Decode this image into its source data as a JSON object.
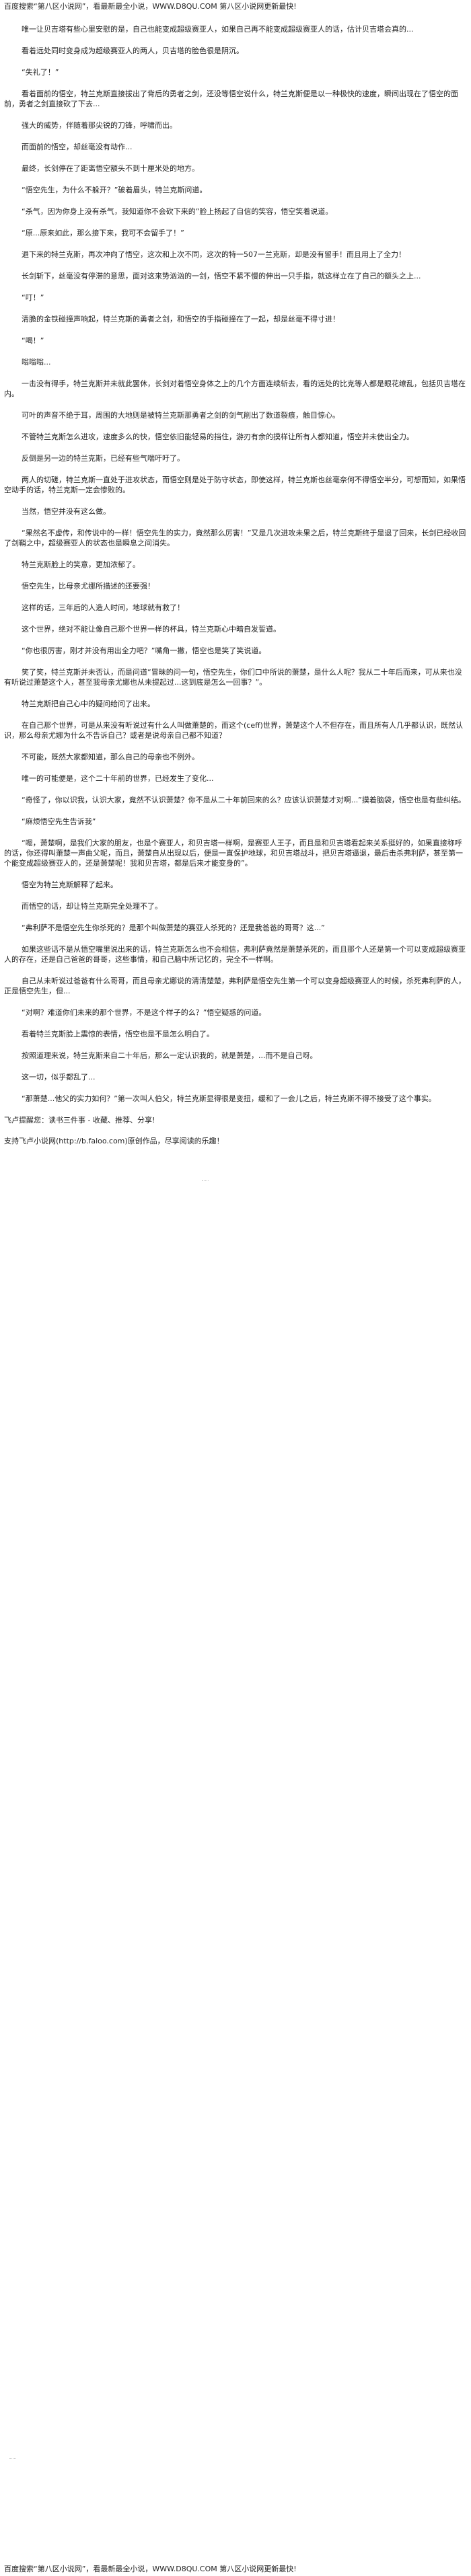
{
  "header": {
    "text": "百度搜索“第八区小说网”，看最新最全小说，WWW.D8QU.COM  第八区小说网更新最快!"
  },
  "paragraphs": [
    "唯一让贝吉塔有些心里安慰的是，自己也能变成超级赛亚人，如果自己再不能变成超级赛亚人的话，估计贝吉塔会真的...",
    "看着远处同时变身成为超级赛亚人的两人，贝吉塔的脸色很是阴沉。",
    "“失礼了！”",
    "看着面前的悟空，特兰克斯直接拔出了背后的勇者之剑，还没等悟空说什么，特兰克斯便是以一种极快的速度，瞬间出现在了悟空的面前，勇者之剑直接砍了下去...",
    "强大的威势，伴随着那尖锐的刀锋，呼啸而出。",
    "而面前的悟空，却丝毫没有动作...",
    "最终，长剑停在了距离悟空额头不到十厘米处的地方。",
    "“悟空先生，为什么不躲开？”破着眉头，特兰克斯问道。",
    "“杀气，因为你身上没有杀气，我知道你不会砍下来的”脸上扬起了自信的笑容，悟空笑着说道。",
    "“原...原来如此，那么接下来，我可不会留手了！”",
    "退下来的特兰克斯，再次冲向了悟空，这次和上次不同，这次的特一507一兰克斯，却是没有留手！而且用上了全力！",
    "长剑斩下，丝毫没有停滞的意思，面对这来势汹汹的一剑，悟空不紧不慢的伸出一只手指，就这样立在了自己的额头之上...",
    "“叮！”",
    "清脆的金铁碰撞声响起，特兰克斯的勇者之剑，和悟空的手指碰撞在了一起，却是丝毫不得寸进！",
    "“喝！”",
    "嗡嗡嗡...",
    "一击没有得手，特兰克斯并未就此罢休，长剑对着悟空身体之上的几个方面连续斩去，看的远处的比克等人都是眼花缭乱，包括贝吉塔在内。",
    "可叶的声音不绝于耳，周围的大地则是被特兰克斯那勇者之剑的剑气削出了数道裂痕，触目惊心。",
    "不管特兰克斯怎么进攻，速度多么的快，悟空依旧能轻易的挡住，游刃有余的摸样让所有人都知道，悟空并未使出全力。",
    "反倒是另一边的特兰克斯，已经有些气喘吁吁了。",
    "两人的切磋，特兰克斯一直处于进攻状态，而悟空则是处于防守状态，即使这样，特兰克斯也丝毫奈何不得悟空半分，可想而知，如果悟空动手的话，特兰克斯一定会惨败的。",
    "当然，悟空并没有这么做。",
    "“果然名不虚传，和传说中的一样！悟空先生的实力，竟然那么厉害！”又是几次进攻未果之后，特兰克斯终于是退了回来，长剑已经收回了剑鞘之中，超级赛亚人的状态也是瞬息之间消失。",
    "特兰克斯脸上的笑意，更加浓郁了。",
    "悟空先生，比母亲尤娜所描述的还要强！",
    "这样的话，三年后的人造人时间，地球就有救了！",
    "这个世界，绝对不能让像自己那个世界一样的杯具，特兰克斯心中暗自发誓道。",
    "“你也很厉害，刚才并没有用出全力吧？”嘴角一撇，悟空也是笑了笑说道。",
    "笑了笑，特兰克斯并未否认，而是问道“冒昧的问一句，悟空先生，你们口中所说的萧楚，是什么人呢？我从二十年后而来，可从来也没有听说过萧楚这个人，甚至我母亲尤娜也从未提起过...这到底是怎么一回事？”。",
    "特兰克斯把自己心中的疑问给问了出来。",
    "在自己那个世界，可是从来没有听说过有什么人叫做萧楚的，而这个(ceff)世界，萧楚这个人不但存在，而且所有人几乎都认识，既然认识，那么母亲尤娜为什么不告诉自己？或者是说母亲自己都不知道？",
    "不可能，既然大家都知道，那么自己的母亲也不例外。",
    "唯一的可能便是，这个二十年前的世界，已经发生了变化...",
    "“奇怪了，你以识我，认识大家，竟然不认识萧楚？你不是从二十年前回来的么？应该认识萧楚才对啊...”摸着脑袋，悟空也是有些纠结。",
    "“麻烦悟空先生告诉我”",
    "“嗯，萧楚啊，是我们大家的朋友，也是个赛亚人，和贝吉塔一样啊，是赛亚人王子，而且是和贝吉塔看起来关系挺好的，如果直接称呼的话，你还得叫萧楚一声曲父呢，而且，萧楚自从出现以后，便是一直保护地球，和贝吉塔战斗，把贝吉塔逼退，最后击杀弗利萨，甚至第一个能变成超级赛亚人的，还是萧楚呢！我和贝吉塔，都是后来才能变身的”。",
    "悟空为特兰克斯解释了起来。",
    "而悟空的话，却让特兰克斯完全处理不了。",
    "“弗利萨不是悟空先生你杀死的？是那个叫做萧楚的赛亚人杀死的？还是我爸爸的哥哥？这...”",
    "如果这些话不是从悟空嘴里说出来的话，特兰克斯怎么也不会相信，弗利萨竟然是萧楚杀死的，而且那个人还是第一个可以变成超级赛亚人的存在，还是自己爸爸的哥哥，这些事情，和自己脑中所记忆的，完全不一样啊。",
    "自己从未听说过爸爸有什么哥哥，而且母亲尤娜说的清清楚楚，弗利萨是悟空先生第一个可以变身超级赛亚人的时候，杀死弗利萨的人，正是悟空先生，但...",
    "“对啊？难道你们未来的那个世界，不是这个样子的么？”悟空疑惑的问道。",
    "看着特兰克斯脸上震惊的表情，悟空也是不是怎么明白了。",
    "按照道理来说，特兰克斯来自二十年后，那么一定认识我的，就是萧楚，...而不是自己呀。",
    "这一切，似乎都乱了...",
    "“那萧楚...他父的实力如何？”第一次叫人伯父，特兰克斯显得很是变扭，缓和了一会儿之后，特兰克斯不得不接受了这个事实。"
  ],
  "footer_lines": [
    "飞卢提醒您：读书三件事 - 收藏、推荐、分享!",
    "支持飞卢小说网(http://b.faloo.com)原创作品，尽享阅读的乐趣！"
  ],
  "bottom_header": {
    "text": "百度搜索“第八区小说网”，看最新最全小说，WWW.D8QU.COM  第八区小说网更新最快!"
  }
}
